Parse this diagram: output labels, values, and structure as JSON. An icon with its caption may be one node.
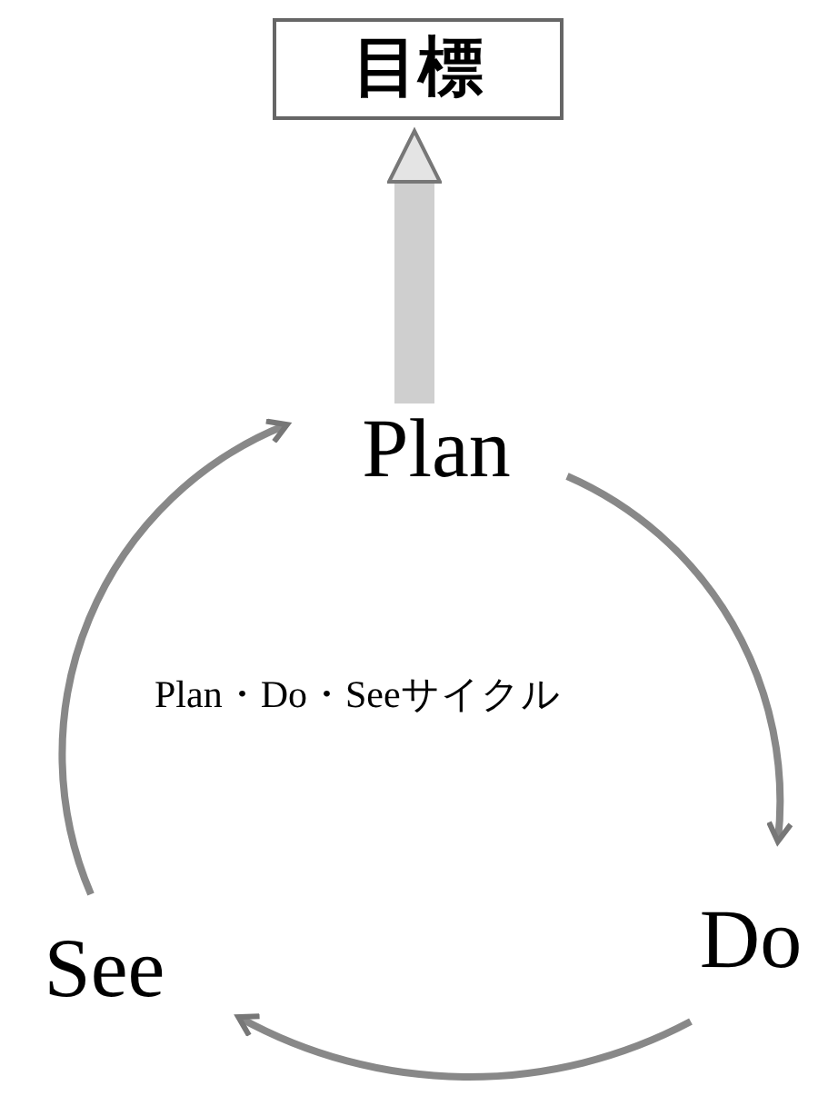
{
  "diagram": {
    "nodes": [
      {
        "text": [
          "目標"
        ]
      },
      {
        "text": [
          "Plan"
        ]
      },
      {
        "text": [
          "Do"
        ]
      },
      {
        "text": [
          "See"
        ]
      }
    ],
    "edges": [
      {
        "from": 1,
        "to": 0,
        "arrow": "to",
        "style": "thick"
      },
      {
        "from": 1,
        "to": 2,
        "arrow": "to"
      },
      {
        "from": 2,
        "to": 3,
        "arrow": "to"
      },
      {
        "from": 3,
        "to": 1,
        "arrow": "to"
      }
    ],
    "labels": [
      "Plan・Do・Seeサイクル"
    ]
  }
}
